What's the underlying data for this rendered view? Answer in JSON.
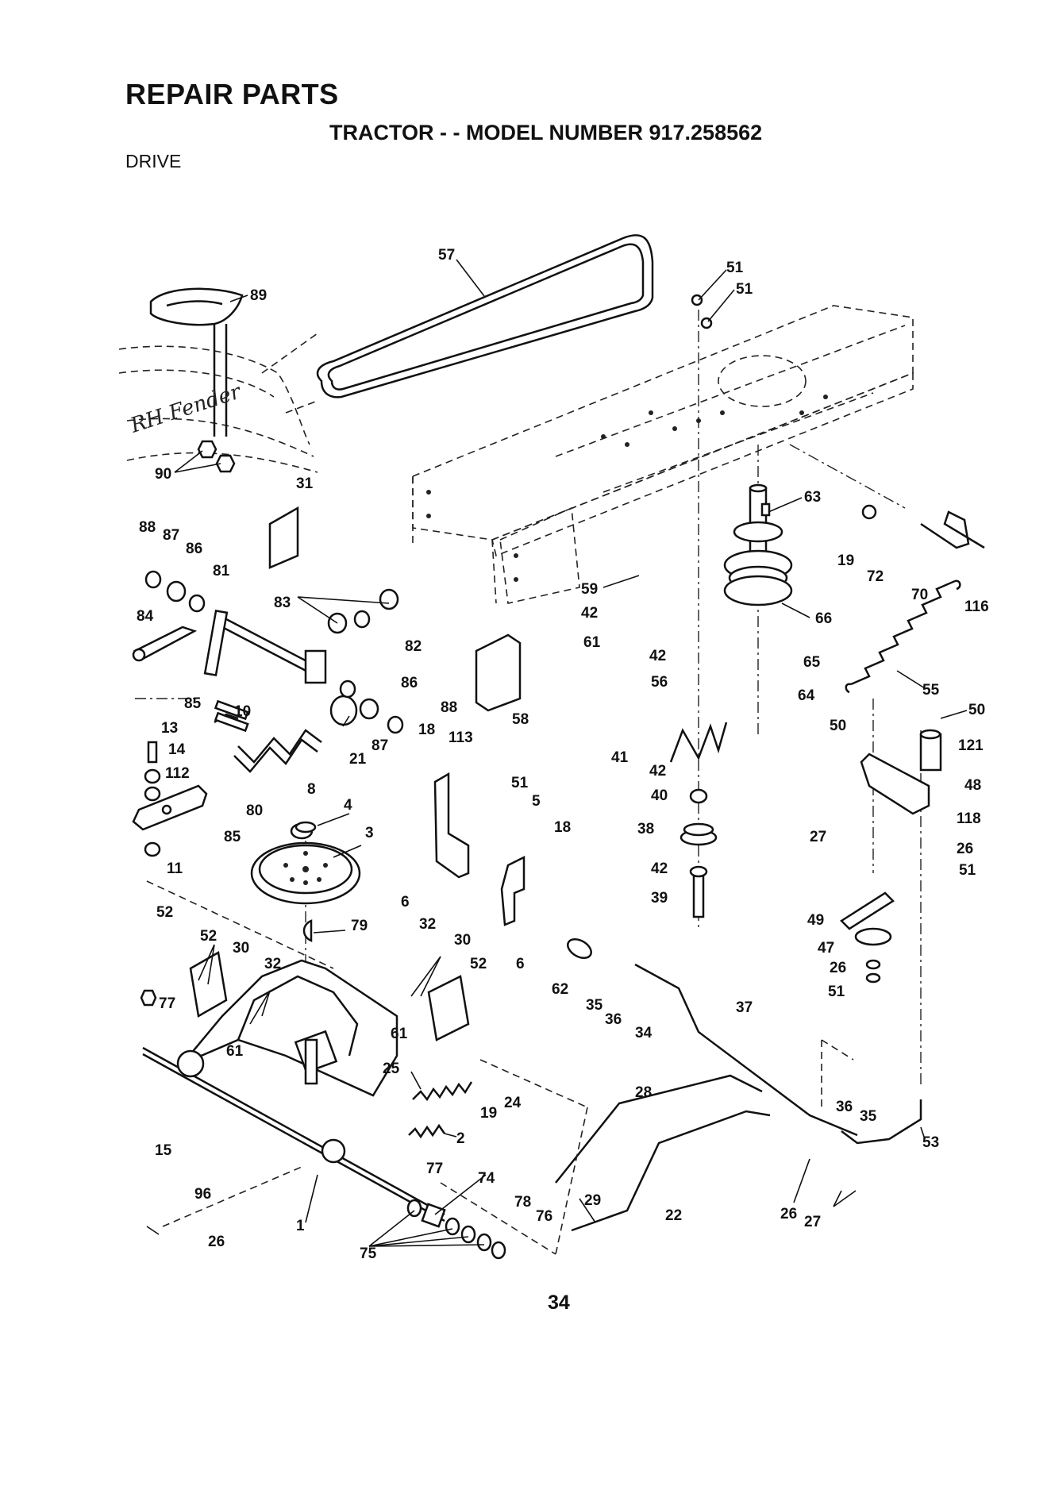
{
  "header": {
    "title": "REPAIR PARTS",
    "subtitle": "TRACTOR - - MODEL NUMBER 917.258562",
    "section": "DRIVE"
  },
  "handwritten_note": "RH Fender",
  "page_number": "34",
  "callouts": [
    "57",
    "51",
    "51",
    "89",
    "63",
    "19",
    "72",
    "70",
    "116",
    "90",
    "31",
    "88",
    "87",
    "86",
    "81",
    "84",
    "83",
    "82",
    "59",
    "42",
    "61",
    "66",
    "86",
    "88",
    "42",
    "56",
    "65",
    "64",
    "55",
    "50",
    "50",
    "85",
    "10",
    "13",
    "14",
    "112",
    "21",
    "87",
    "18",
    "113",
    "58",
    "41",
    "121",
    "42",
    "48",
    "8",
    "80",
    "4",
    "85",
    "3",
    "51",
    "5",
    "18",
    "40",
    "38",
    "118",
    "27",
    "26",
    "51",
    "11",
    "6",
    "42",
    "39",
    "52",
    "52",
    "30",
    "32",
    "32",
    "30",
    "52",
    "49",
    "79",
    "6",
    "62",
    "47",
    "26",
    "51",
    "77",
    "61",
    "61",
    "35",
    "36",
    "34",
    "37",
    "25",
    "24",
    "19",
    "28",
    "36",
    "35",
    "15",
    "2",
    "77",
    "53",
    "96",
    "74",
    "29",
    "78",
    "76",
    "22",
    "26",
    "27",
    "26",
    "1",
    "75"
  ]
}
